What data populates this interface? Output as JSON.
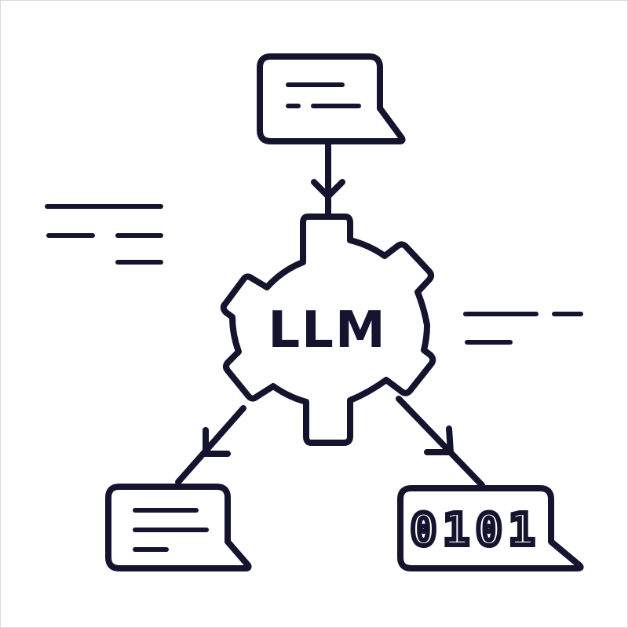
{
  "diagram": {
    "center_label": "LLM",
    "output_right_label": "0101",
    "colors": {
      "ink": "#15142f",
      "background": "#ffffff"
    },
    "nodes": [
      {
        "id": "input-text",
        "icon": "chat-bubble-icon"
      },
      {
        "id": "llm-core",
        "icon": "gear-icon"
      },
      {
        "id": "output-text",
        "icon": "chat-bubble-icon"
      },
      {
        "id": "output-binary",
        "icon": "chat-bubble-icon"
      }
    ],
    "edges": [
      {
        "from": "input-text",
        "to": "llm-core"
      },
      {
        "from": "llm-core",
        "to": "output-text"
      },
      {
        "from": "llm-core",
        "to": "output-binary"
      }
    ]
  }
}
